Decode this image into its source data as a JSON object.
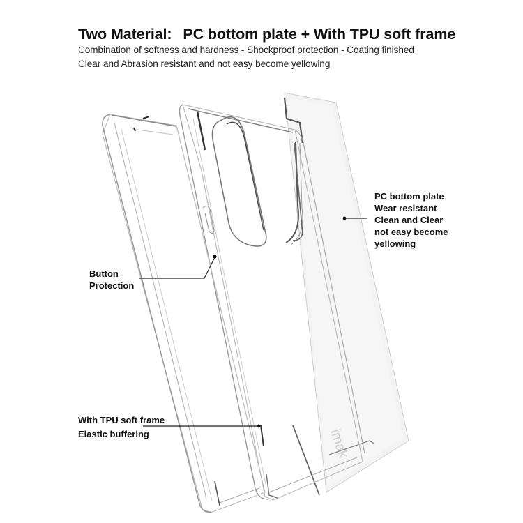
{
  "header": {
    "title_prefix": "Two Material:",
    "title_main": "PC bottom plate + With TPU soft frame",
    "subtitle_line1": "Combination of softness and hardness - Shockproof protection - Coating finished",
    "subtitle_line2": "Clear and Abrasion resistant and not easy become yellowing"
  },
  "callouts": {
    "pc_plate": {
      "lines": [
        "PC bottom plate",
        "Wear resistant",
        "Clean and Clear",
        "not easy become",
        "yellowing"
      ]
    },
    "button": {
      "lines": [
        "Button",
        "Protection"
      ]
    },
    "tpu_frame": {
      "lines": [
        "With TPU soft frame",
        "Elastic buffering"
      ]
    }
  },
  "product": {
    "brand_watermark": "imak",
    "components": [
      "TPU soft frame (front)",
      "TPU soft frame with camera cutout (middle)",
      "PC bottom plate (back)"
    ]
  },
  "colors": {
    "text": "#111111",
    "background": "#ffffff",
    "plate_fill": "#f2f2f2",
    "outline": "#444444"
  }
}
